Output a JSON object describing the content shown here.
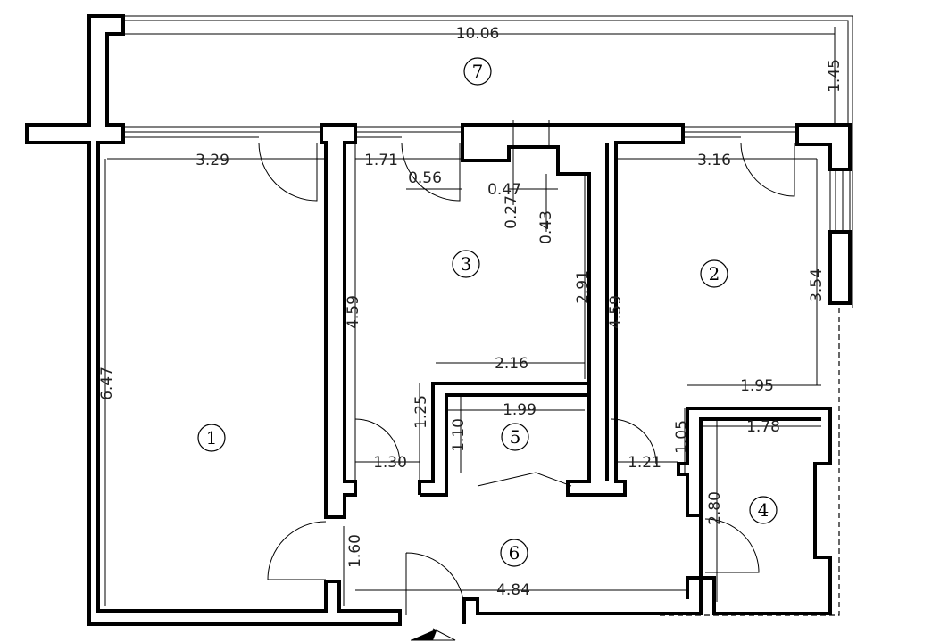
{
  "rooms": [
    "1",
    "2",
    "3",
    "4",
    "5",
    "6",
    "7"
  ],
  "dimensions": {
    "balcony_width": "10.06",
    "balcony_depth": "1.45",
    "room1_width": "3.29",
    "room1_length": "6.47",
    "room3_width": "1.71",
    "room3_length": "4.59",
    "niche_a": "0.56",
    "niche_b": "0.47",
    "niche_c": "0.27",
    "niche_d": "0.43",
    "room3_inner_length": "2.91",
    "room3_lower_width": "2.16",
    "room2_width": "3.16",
    "room2_length": "4.59",
    "room2_right_length": "3.54",
    "room2_lower_width": "1.95",
    "bath_outer_height": "1.25",
    "bath_inner_height": "1.10",
    "bath_width": "1.99",
    "room4_offset": "1.05",
    "room4_width": "1.78",
    "room4_length": "2.80",
    "hall_left_width": "1.30",
    "hall_right_width": "1.21",
    "hall_depth": "1.60",
    "hall_width": "4.84"
  },
  "colors": {
    "walls": "#000000",
    "background": "#ffffff"
  },
  "icons": [
    "north-arrow-icon"
  ]
}
